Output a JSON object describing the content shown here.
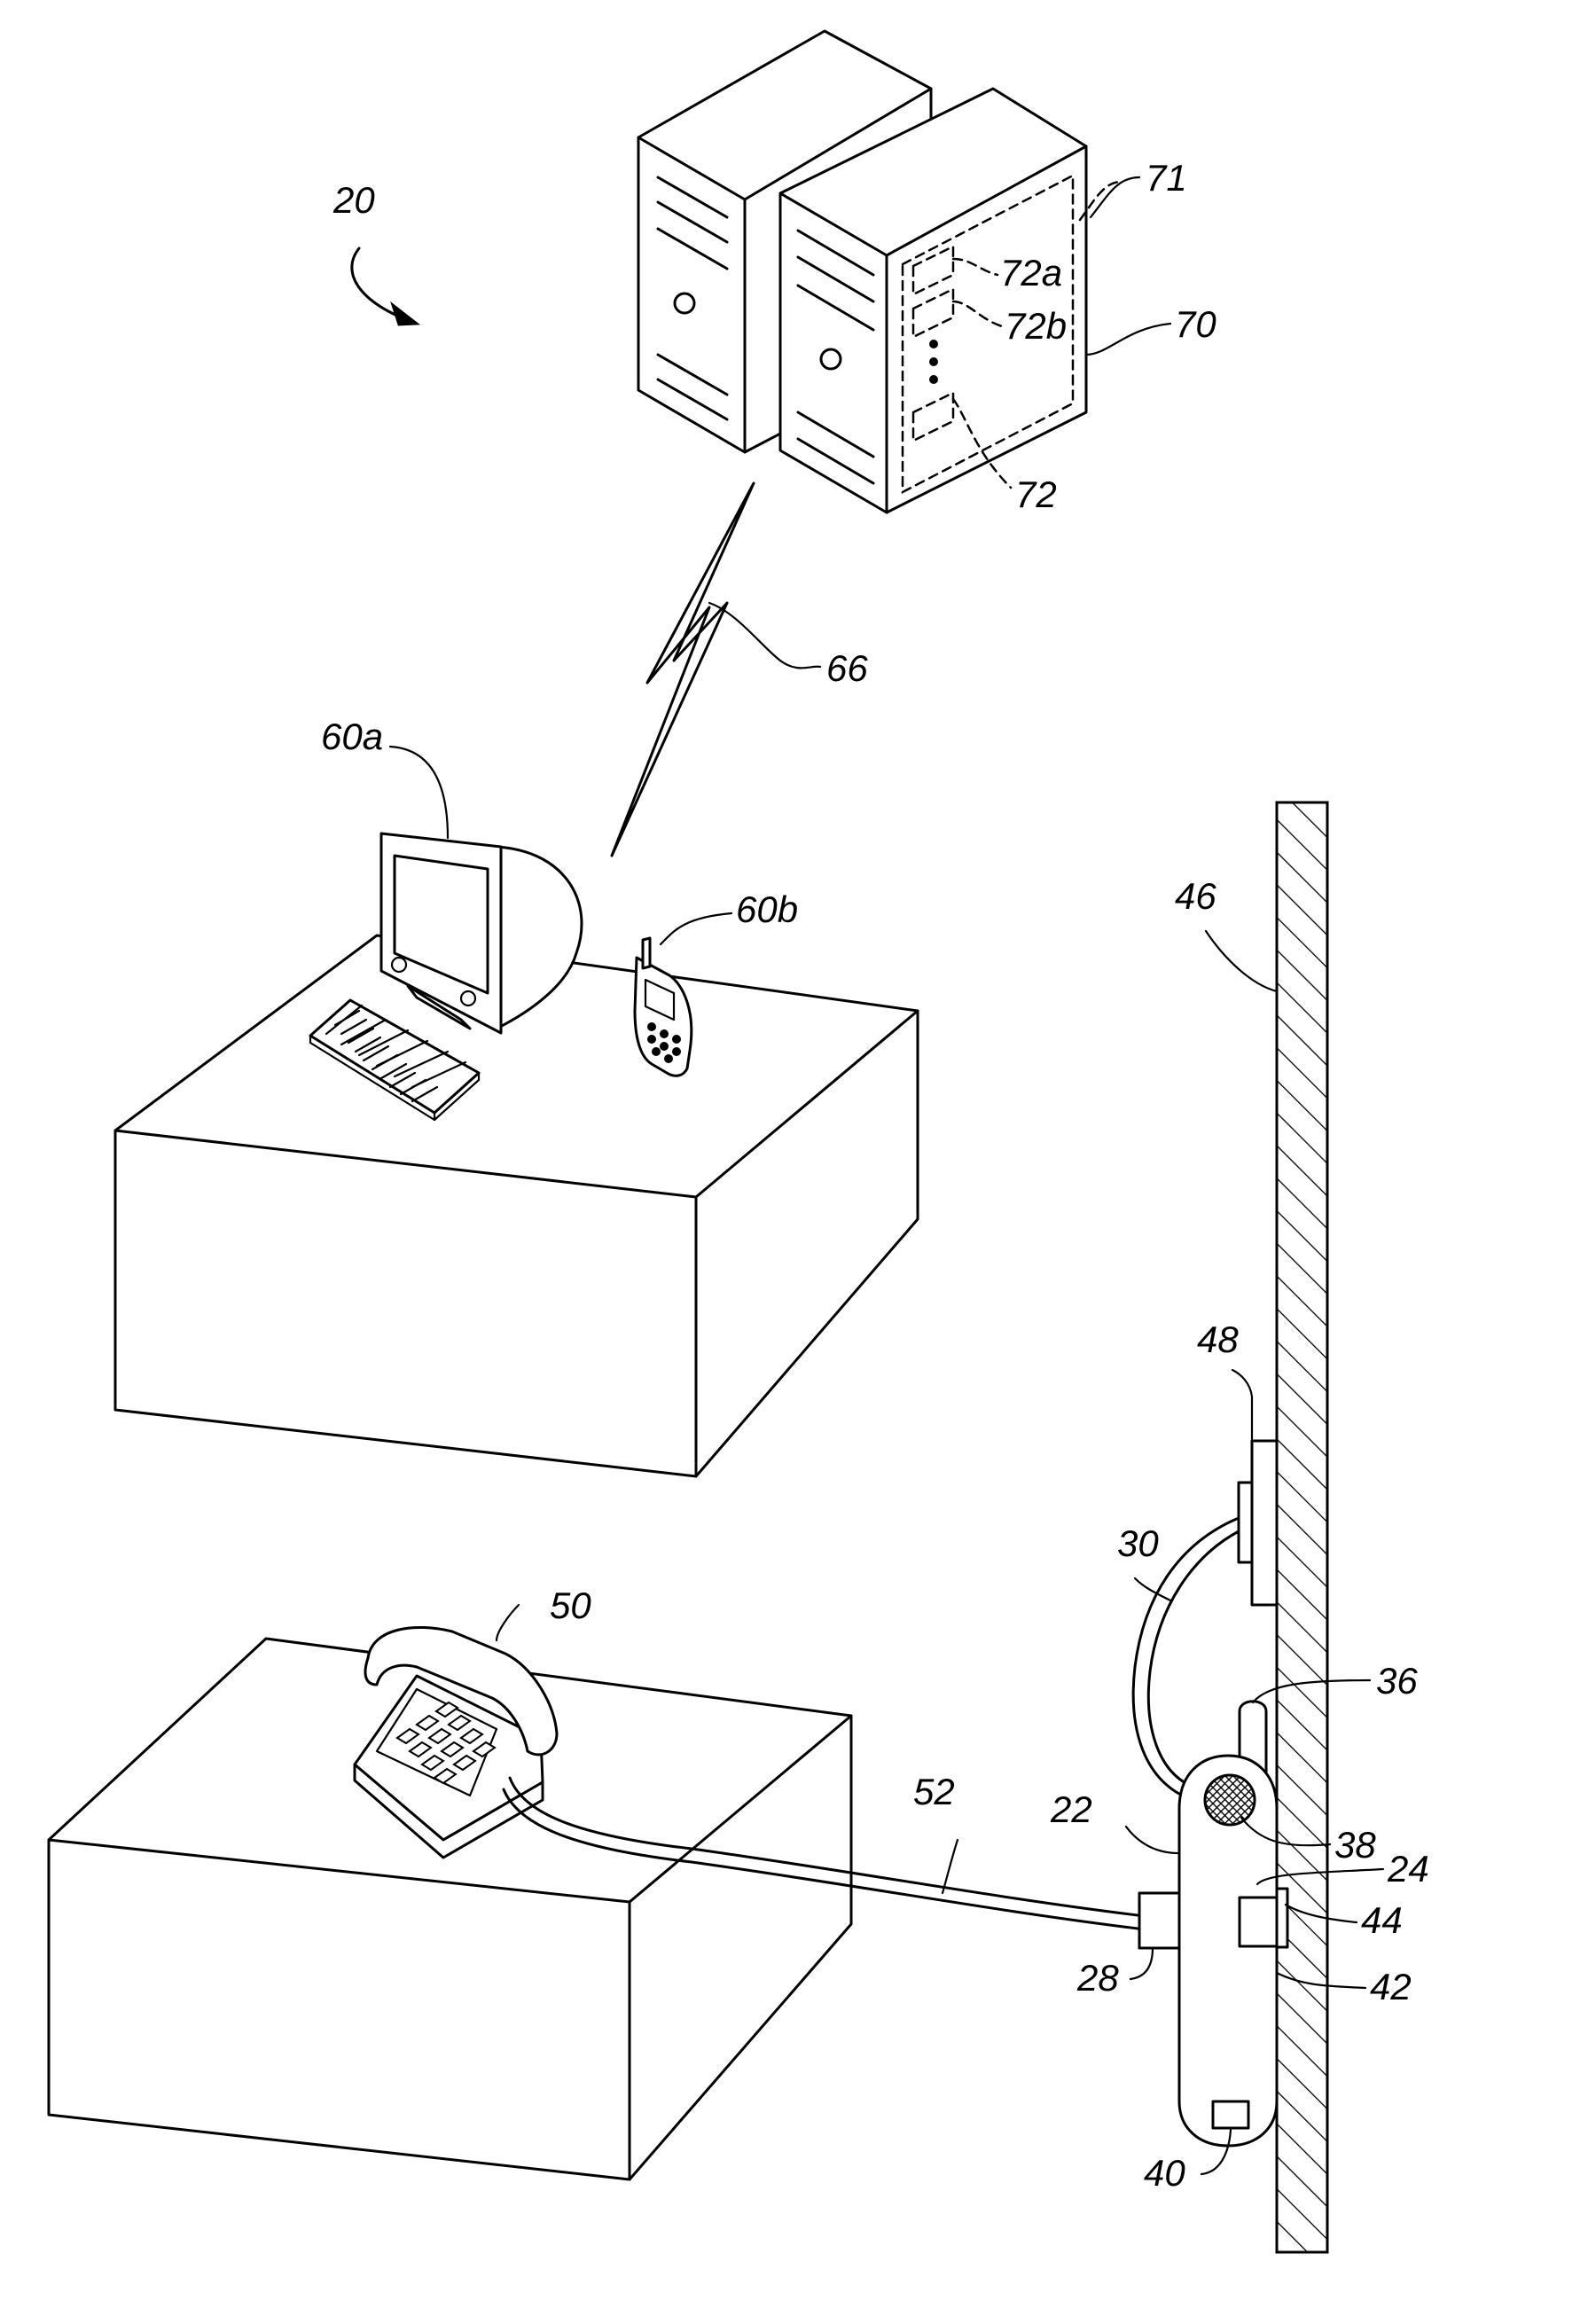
{
  "labels": {
    "system": "20",
    "device": "22",
    "back_face": "24",
    "jack": "28",
    "cable": "30",
    "antenna": "36",
    "speaker": "38",
    "indicator": "40",
    "mount": "42",
    "sensor": "44",
    "wall": "46",
    "outlet": "48",
    "telephone": "50",
    "phone_cord": "52",
    "computer": "60a",
    "cell_phone": "60b",
    "wireless_link": "66",
    "server": "70",
    "storage": "71",
    "record": "72",
    "record_a": "72a",
    "record_b": "72b"
  }
}
